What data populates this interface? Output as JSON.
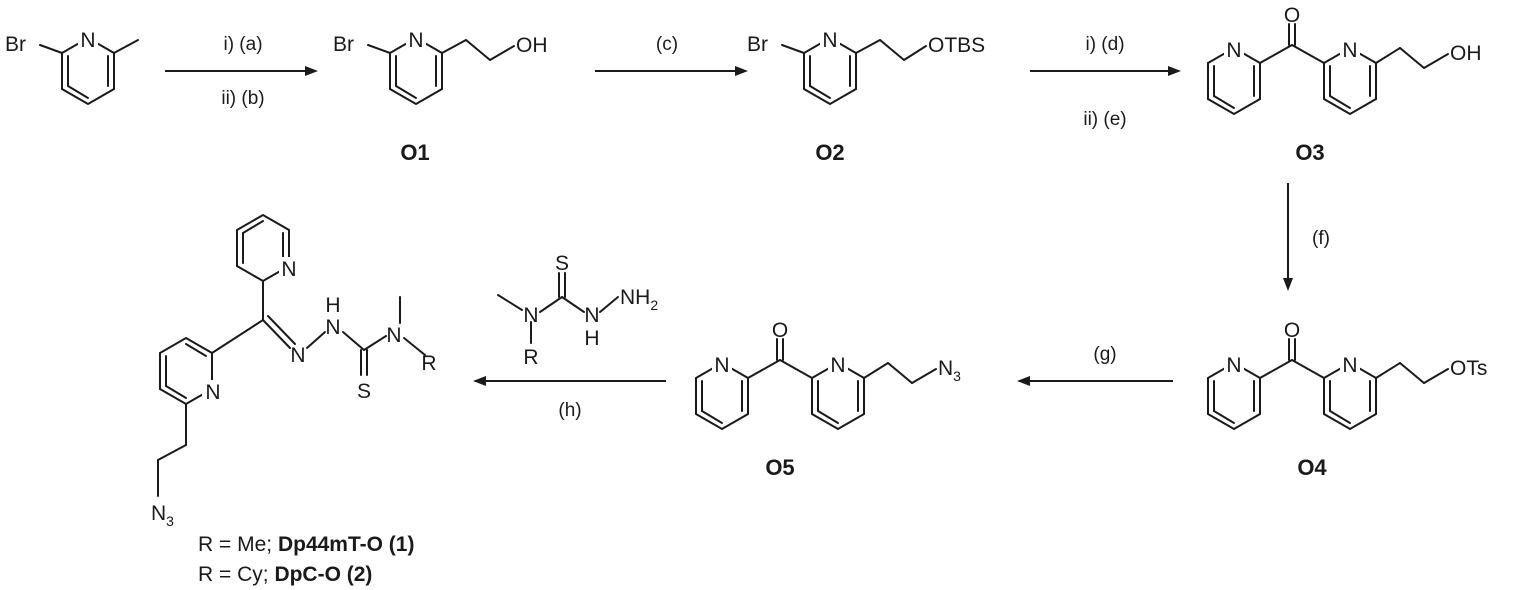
{
  "compound_labels": {
    "o1": "O1",
    "o2": "O2",
    "o3": "O3",
    "o4": "O4",
    "o5": "O5"
  },
  "conditions": {
    "step1_i": "i) (a)",
    "step1_ii": "ii) (b)",
    "step2": "(c)",
    "step3_i": "i) (d)",
    "step3_ii": "ii) (e)",
    "step4": "(f)",
    "step5": "(g)",
    "step6": "(h)"
  },
  "atoms": {
    "br": "Br",
    "n": "N",
    "o": "O",
    "oh": "OH",
    "otbs": "OTBS",
    "ots": "OTs",
    "n_azide": "N",
    "azide_sub": "3",
    "s": "S",
    "h": "H",
    "nh2_main": "NH",
    "nh2_sub": "2",
    "r": "R"
  },
  "products": {
    "line1_prefix": "R = Me; ",
    "line1_name": "Dp44mT-O (1)",
    "line2_prefix": "R = Cy; ",
    "line2_name": "DpC-O (2)"
  }
}
